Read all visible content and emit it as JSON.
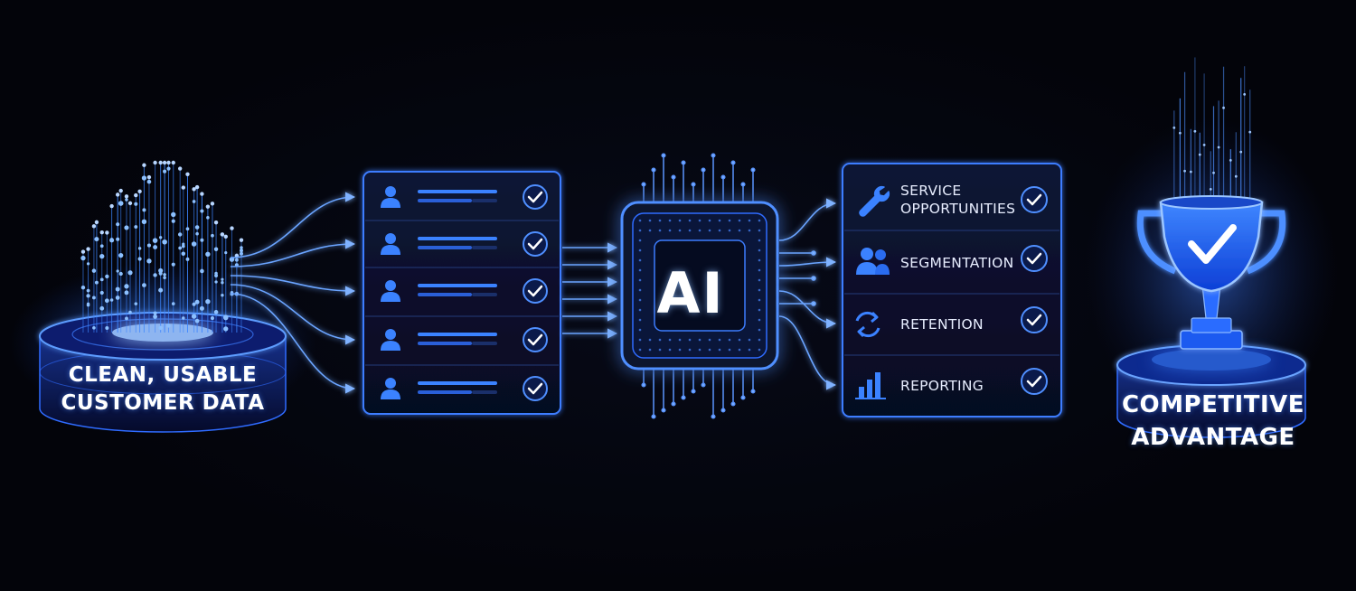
{
  "source": {
    "label_line1": "CLEAN, USABLE",
    "label_line2": "CUSTOMER DATA"
  },
  "records": {
    "count": 5,
    "items": [
      {
        "icon": "user-icon",
        "status_icon": "check-icon"
      },
      {
        "icon": "user-icon",
        "status_icon": "check-icon"
      },
      {
        "icon": "user-icon",
        "status_icon": "check-icon"
      },
      {
        "icon": "user-icon",
        "status_icon": "check-icon"
      },
      {
        "icon": "user-icon",
        "status_icon": "check-icon"
      }
    ]
  },
  "processor": {
    "label": "AI"
  },
  "outputs": {
    "items": [
      {
        "label_line1": "SERVICE",
        "label_line2": "OPPORTUNITIES",
        "icon": "wrench-icon",
        "status_icon": "check-icon"
      },
      {
        "label_line1": "SEGMENTATION",
        "label_line2": "",
        "icon": "users-icon",
        "status_icon": "check-icon"
      },
      {
        "label_line1": "RETENTION",
        "label_line2": "",
        "icon": "refresh-icon",
        "status_icon": "check-icon"
      },
      {
        "label_line1": "REPORTING",
        "label_line2": "",
        "icon": "bar-chart-icon",
        "status_icon": "check-icon"
      }
    ]
  },
  "result": {
    "label_line1": "COMPETITIVE",
    "label_line2": "ADVANTAGE",
    "icon": "trophy-icon"
  },
  "colors": {
    "background": "#03040a",
    "accent": "#2f7bff",
    "glow": "#4d9bff",
    "panel": "#0a1230",
    "check": "#ffffff"
  }
}
